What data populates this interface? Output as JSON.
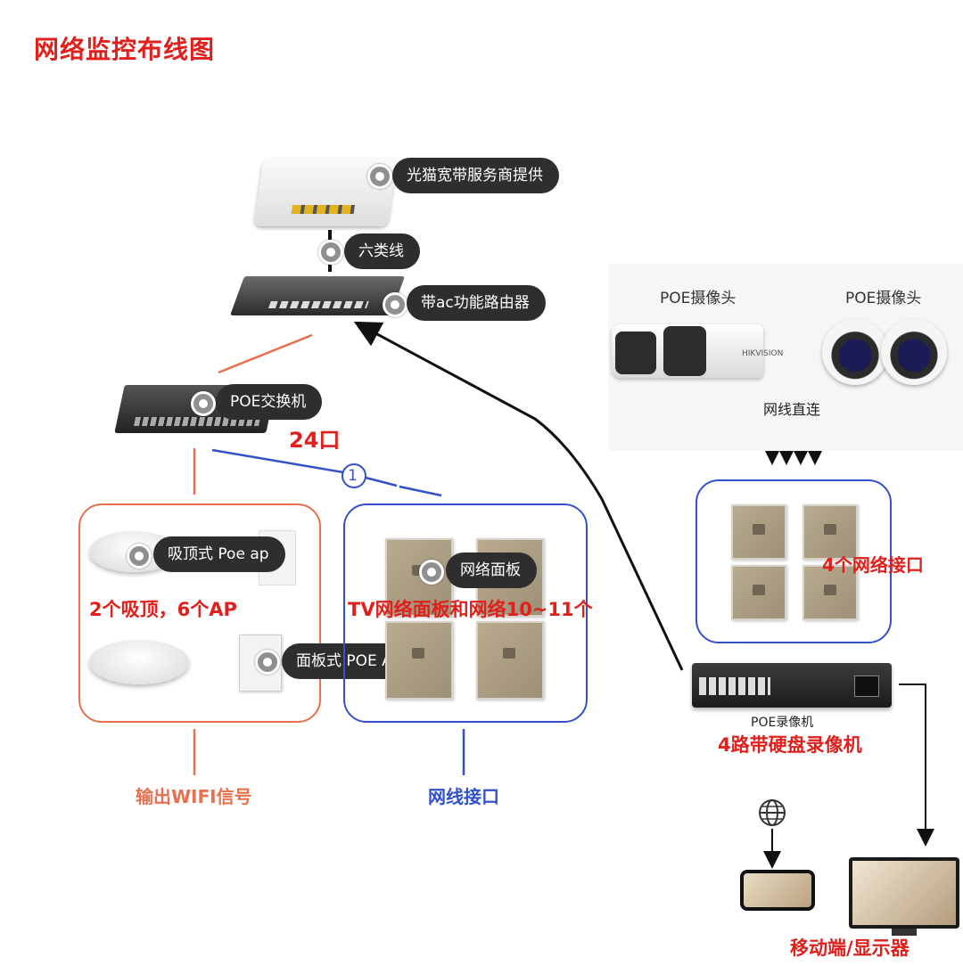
{
  "title": "网络监控布线图",
  "tags": {
    "modem": "光猫宽带服务商提供",
    "cat6": "六类线",
    "router": "带ac功能路由器",
    "switch": "POE交换机",
    "ceiling_ap": "吸顶式 Poe ap",
    "net_panel": "网络面板",
    "panel_ap": "面板式 POE AP"
  },
  "annotations": {
    "ports": "24口",
    "ap_count": "2个吸顶，6个AP",
    "tv_panel": "TV网络面板和网络10~11个",
    "four_ports": "4个网络接口",
    "nvr_desc": "4路带硬盘录像机",
    "mobile_display": "移动端/显示器",
    "circle_num": "1"
  },
  "labels": {
    "camera_left": "POE摄像头",
    "camera_right": "POE摄像头",
    "direct": "网线直连",
    "nvr": "POE录像机",
    "wifi_out": "输出WIFI信号",
    "cable_port": "网线接口",
    "camera_brand": "HIKVISION"
  },
  "colors": {
    "title_red": "#e0201c",
    "orange": "#e8704f",
    "blue": "#3351c9",
    "tag_bg": "#2e2e2e"
  }
}
